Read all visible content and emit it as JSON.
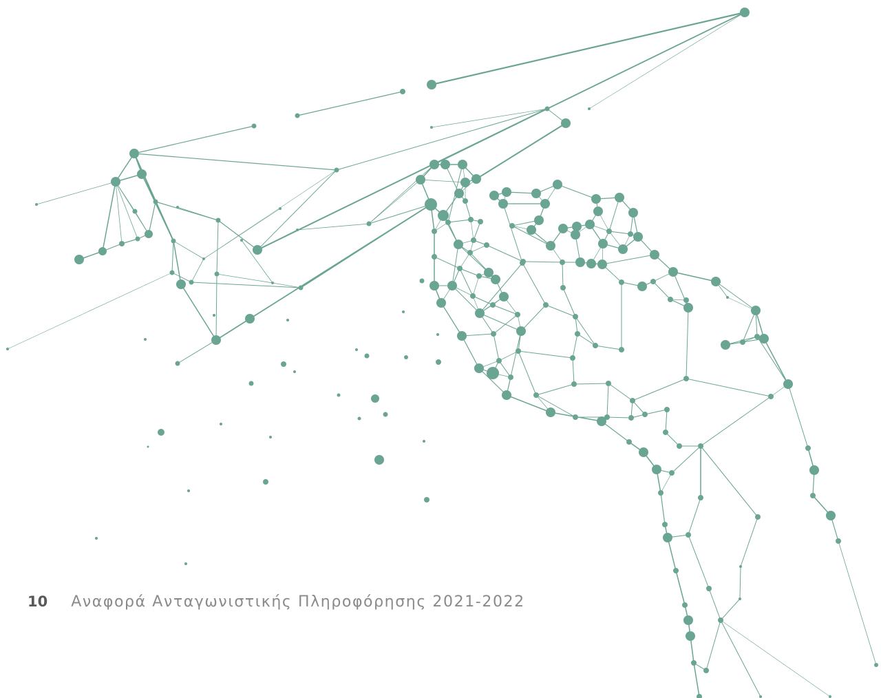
{
  "page": {
    "number": "10",
    "title": "Αναφορά Ανταγωνιστικής Πληροφόρησης 2021-2022"
  },
  "illustration": {
    "subject": "low-poly network map",
    "color": "#6aa594"
  }
}
